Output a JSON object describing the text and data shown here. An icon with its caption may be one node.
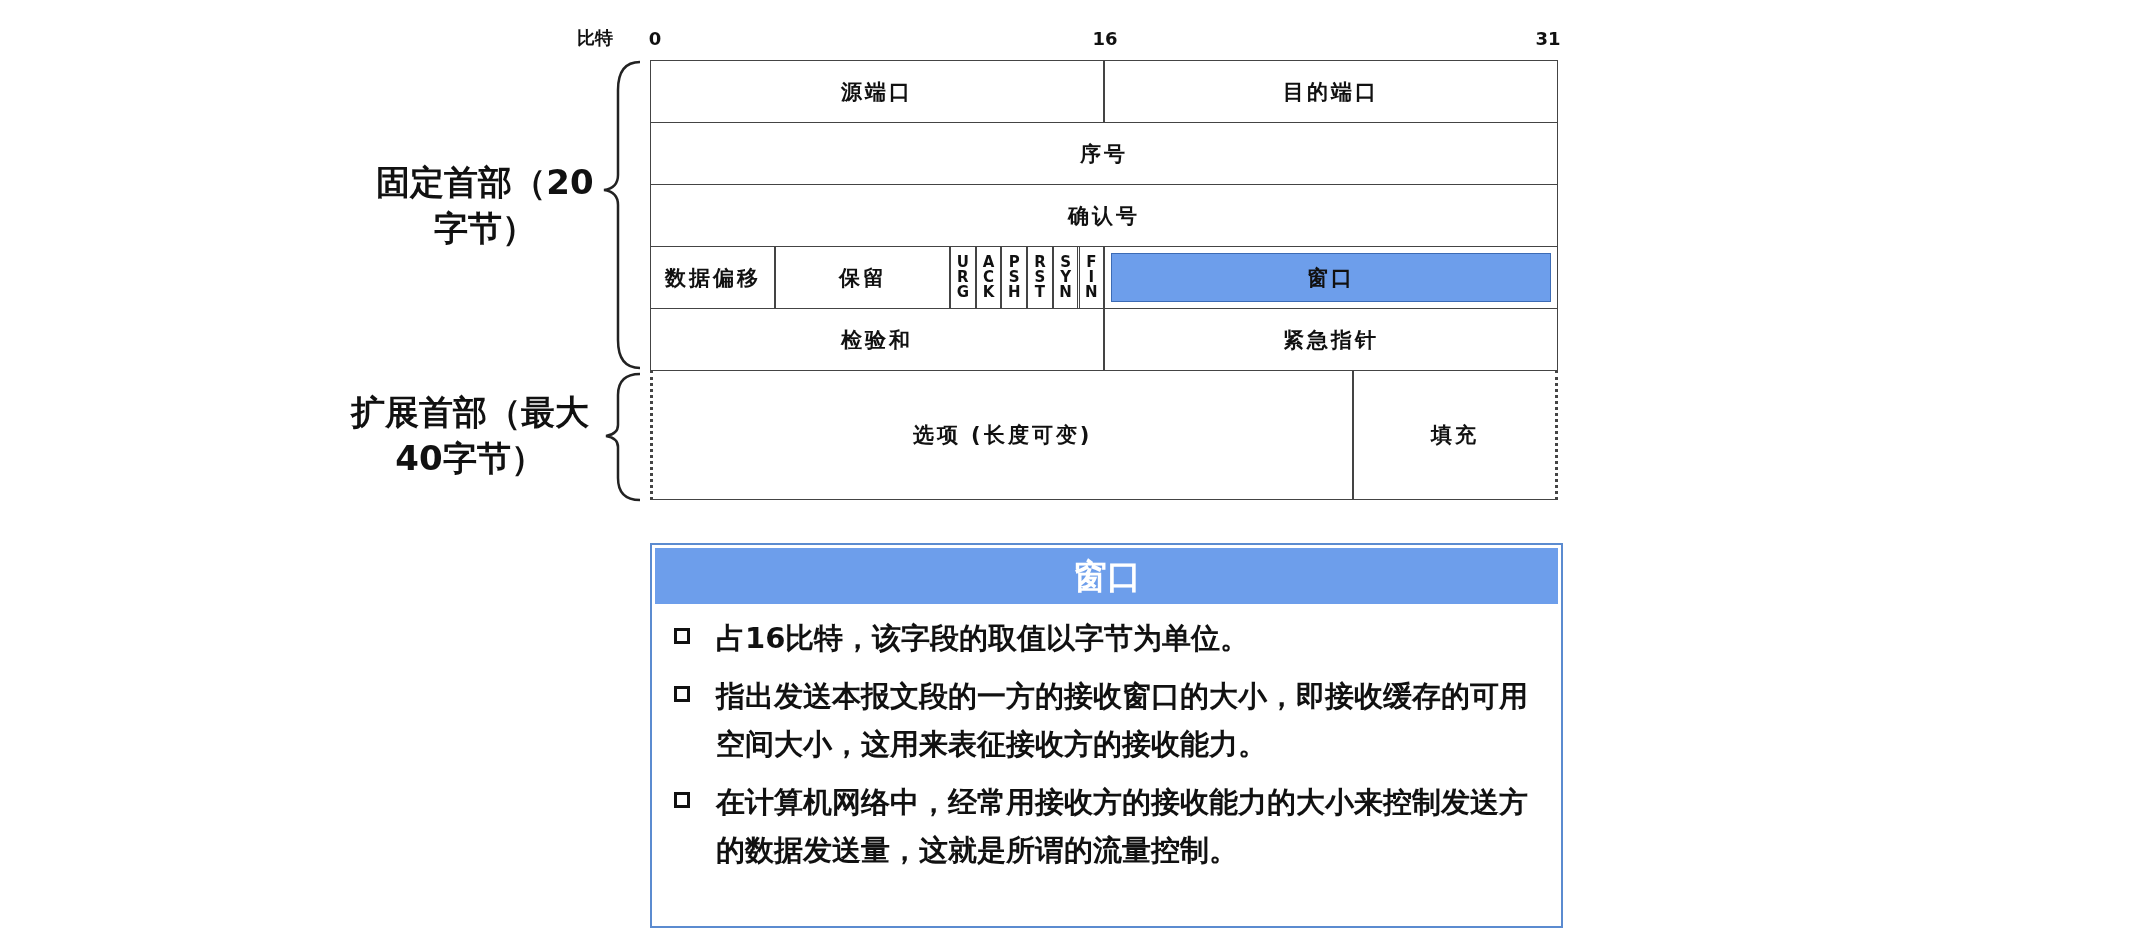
{
  "diagram": {
    "nodes": [
      {
        "text": [
          "窗口",
          "占16比特，该字段的取值**以字节为单位**。",
          "指出发送本报文段的一方的**接收窗口的大小**，即接收缓存的可用空间大小，这用来表征接收方的**接收能力**。",
          "在计算机网络中，经常**用接收方的接收能力的大小来控制发送方的数据发送量**，这就是所谓的**流量控制**。"
        ]
      }
    ],
    "labels": [
      "比特",
      "0",
      "16",
      "31",
      "源端口",
      "目的端口",
      "序号",
      "确认号",
      "数据偏移",
      "保留",
      "URG",
      "ACK",
      "PSH",
      "RST",
      "SYN",
      "FIN",
      "窗口",
      "检验和",
      "紧急指针",
      "选项 (长度可变)",
      "填充",
      "固定首部（20字节）",
      "扩展首部（最大40字节）"
    ]
  }
}
